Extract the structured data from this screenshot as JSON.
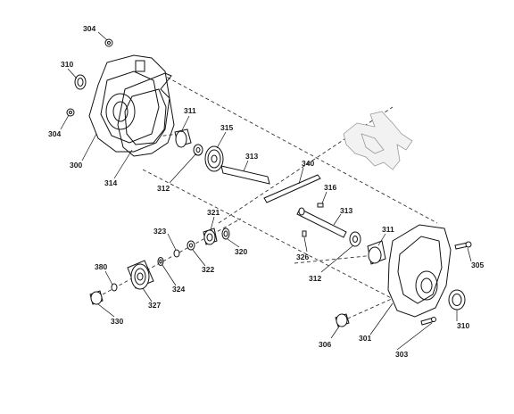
{
  "callouts": {
    "p300": "300",
    "p301": "301",
    "p303": "303",
    "p304a": "304",
    "p304b": "304",
    "p305": "305",
    "p306": "306",
    "p310a": "310",
    "p310b": "310",
    "p311a": "311",
    "p311b": "311",
    "p312a": "312",
    "p312b": "312",
    "p313a": "313",
    "p313b": "313",
    "p314": "314",
    "p315": "315",
    "p316": "316",
    "p320": "320",
    "p321": "321",
    "p322": "322",
    "p323": "323",
    "p324": "324",
    "p326": "326",
    "p327": "327",
    "p330": "330",
    "p340": "340",
    "p380": "380"
  }
}
